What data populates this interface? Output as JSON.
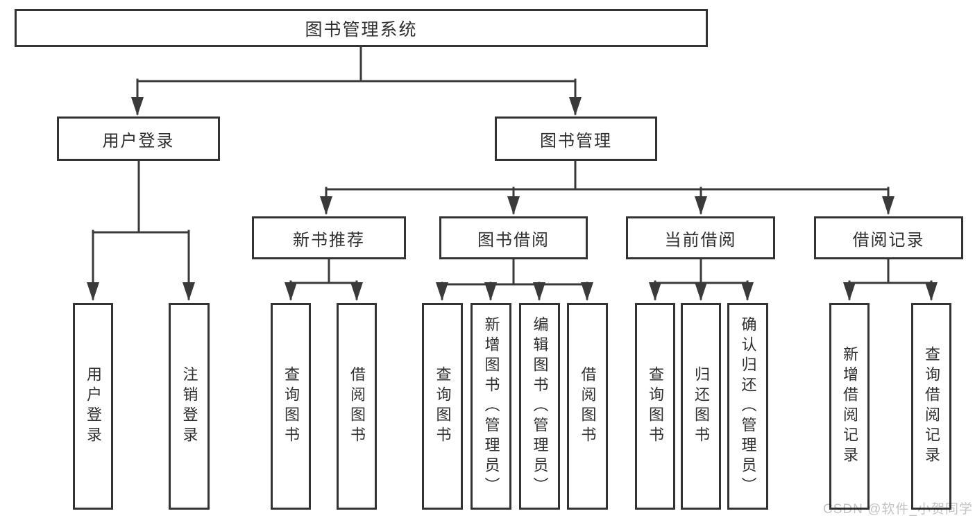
{
  "diagram": {
    "root": {
      "label": "图书管理系统"
    },
    "branches": [
      {
        "label": "用户登录",
        "children": [
          {
            "label": "用户登录"
          },
          {
            "label": "注销登录"
          }
        ]
      },
      {
        "label": "图书管理",
        "children": [
          {
            "label": "新书推荐",
            "children": [
              {
                "label": "查询图书"
              },
              {
                "label": "借阅图书"
              }
            ]
          },
          {
            "label": "图书借阅",
            "children": [
              {
                "label": "查询图书"
              },
              {
                "label": "新增图书（管理员）"
              },
              {
                "label": "编辑图书（管理员）"
              },
              {
                "label": "借阅图书"
              }
            ]
          },
          {
            "label": "当前借阅",
            "children": [
              {
                "label": "查询图书"
              },
              {
                "label": "归还图书"
              },
              {
                "label": "确认归还（管理员）"
              }
            ]
          },
          {
            "label": "借阅记录",
            "children": [
              {
                "label": "新增借阅记录"
              },
              {
                "label": "查询借阅记录"
              }
            ]
          }
        ]
      }
    ]
  },
  "watermark": {
    "text": "CSDN @软件_小贺同学"
  },
  "colors": {
    "background": "#ffffff",
    "box_border": "#333333",
    "connector_line": "#3a3a3a",
    "text": "#2f2f2f",
    "watermark_text": "#c4c4c4"
  }
}
